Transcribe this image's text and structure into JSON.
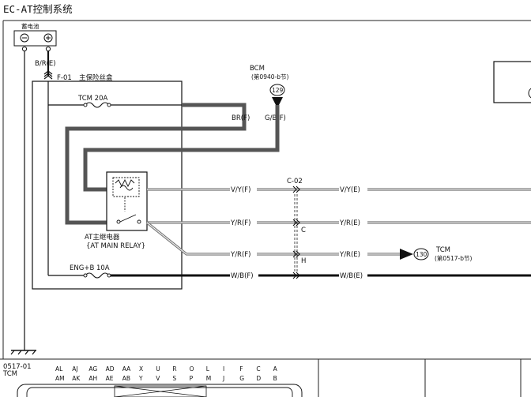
{
  "title": "EC-AT控制系统",
  "battery": {
    "label": "蓄电池",
    "neg": "⊖",
    "pos": "⊕"
  },
  "battery_wire": "B/R(E)",
  "fuse_box": {
    "code": "F-01",
    "name": "主保险丝盒"
  },
  "fuses": {
    "tcm": "TCM 20A",
    "eng": "ENG+B 10A"
  },
  "bcm": {
    "name": "BCM",
    "ref": "(第0940-b节)",
    "pin": "129"
  },
  "wires": {
    "br": "BR(F)",
    "gb": "G/B(F)",
    "vy_f": "V/Y(F)",
    "vy_e": "V/Y(E)",
    "yr_f1": "Y/R(F)",
    "yr_e1": "Y/R(E)",
    "yr_f2": "Y/R(F)",
    "yr_e2": "Y/R(E)",
    "wb_f": "W/B(F)",
    "wb_e": "W/B(E)"
  },
  "connector": {
    "code": "C-02",
    "pin_c": "C",
    "pin_h": "H"
  },
  "relay": {
    "name": "AT主继电器",
    "name_en": "{AT MAIN RELAY}"
  },
  "tcm_ref": {
    "name": "TCM",
    "ref": "(第0517-b节)",
    "pin": "130"
  },
  "bottom_connector": {
    "code": "0517-01",
    "name": "TCM",
    "row1": [
      "AL",
      "AJ",
      "AG",
      "AD",
      "AA",
      "X",
      "U",
      "R",
      "O",
      "L",
      "I",
      "F",
      "C",
      "A"
    ],
    "row2": [
      "AM",
      "AK",
      "AH",
      "AE",
      "AB",
      "Y",
      "V",
      "S",
      "P",
      "M",
      "J",
      "G",
      "D",
      "B"
    ]
  }
}
